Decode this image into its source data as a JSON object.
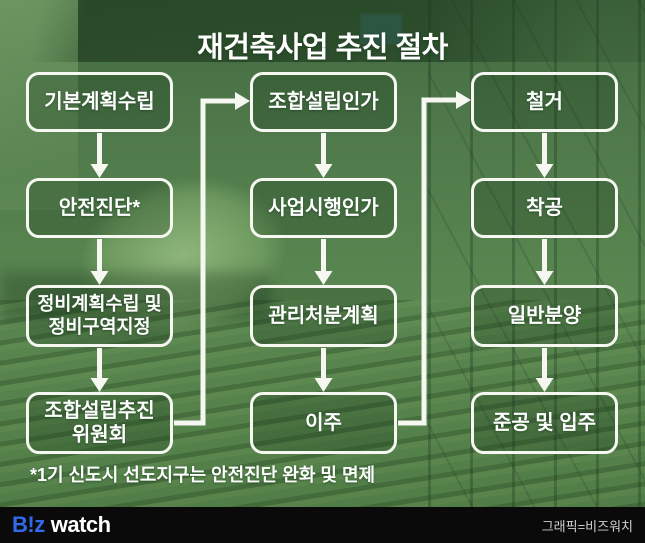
{
  "title": "재건축사업 추진 절차",
  "footnote": "*1기 신도시 선도지구는 안전진단 완화 및 면제",
  "columns": [
    {
      "boxes": [
        {
          "lines": [
            "기본계획수립"
          ]
        },
        {
          "lines": [
            "안전진단*"
          ]
        },
        {
          "lines": [
            "정비계획수립 및",
            "정비구역지정"
          ]
        },
        {
          "lines": [
            "조합설립추진",
            "위원회"
          ]
        }
      ]
    },
    {
      "boxes": [
        {
          "lines": [
            "조합설립인가"
          ]
        },
        {
          "lines": [
            "사업시행인가"
          ]
        },
        {
          "lines": [
            "관리처분계획"
          ]
        },
        {
          "lines": [
            "이주"
          ]
        }
      ]
    },
    {
      "boxes": [
        {
          "lines": [
            "철거"
          ]
        },
        {
          "lines": [
            "착공"
          ]
        },
        {
          "lines": [
            "일반분양"
          ]
        },
        {
          "lines": [
            "준공 및 입주"
          ]
        }
      ]
    }
  ],
  "footer": {
    "logo_biz": "B!z",
    "logo_watch": "watch",
    "credit": "그래픽=비즈워치"
  },
  "colors": {
    "logo_blue": "#2f6ae8",
    "flow_line_white": "#f5f7f0",
    "footer_black": "#0a0a0a",
    "background_green": "#55814b"
  }
}
